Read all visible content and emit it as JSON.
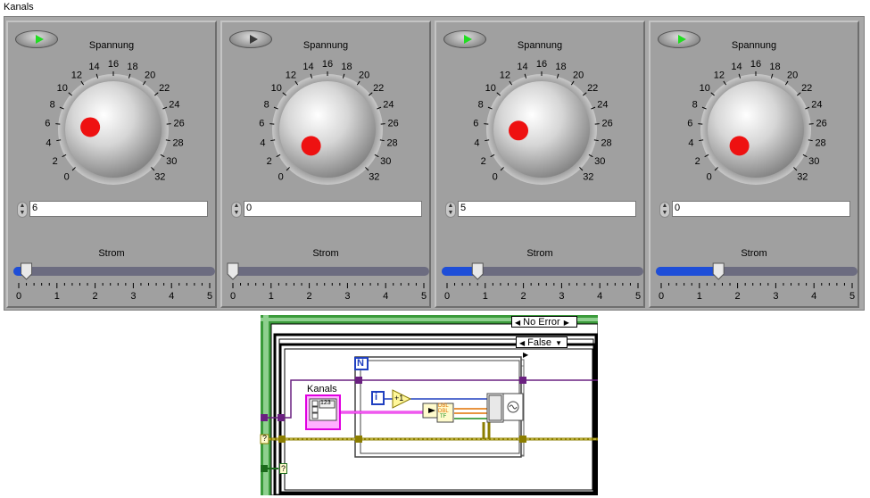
{
  "cluster": {
    "label": "Kanals"
  },
  "channels": [
    {
      "led_on": true,
      "knob_label": "Spannung",
      "knob_value": 6,
      "numeric_value": "6",
      "slider_label": "Strom",
      "slider_value": 0.2
    },
    {
      "led_on": false,
      "knob_label": "Spannung",
      "knob_value": 0,
      "numeric_value": "0",
      "slider_label": "Strom",
      "slider_value": 0.0
    },
    {
      "led_on": true,
      "knob_label": "Spannung",
      "knob_value": 5,
      "numeric_value": "5",
      "slider_label": "Strom",
      "slider_value": 0.8
    },
    {
      "led_on": true,
      "knob_label": "Spannung",
      "knob_value": 0,
      "numeric_value": "0",
      "slider_label": "Strom",
      "slider_value": 1.5
    }
  ],
  "knob_scale": {
    "min": 0,
    "max": 32,
    "labels": [
      "0",
      "2",
      "4",
      "6",
      "8",
      "10",
      "12",
      "14",
      "16",
      "18",
      "20",
      "22",
      "24",
      "26",
      "28",
      "30",
      "32"
    ]
  },
  "slider_scale": {
    "min": 0,
    "max": 5,
    "labels": [
      "0",
      "1",
      "2",
      "3",
      "4",
      "5"
    ]
  },
  "diagram": {
    "outer_case": "No Error",
    "inner_case": "False",
    "loop_count_terminal": "N",
    "iteration_terminal": "i",
    "increment_node": "+1",
    "cluster_constant_label": "Kanals",
    "cluster_constant_type": "123",
    "bundle_types": [
      "DBL",
      "DBL",
      "TF"
    ],
    "question_mark_1": "?",
    "question_mark_2": "?"
  },
  "colors": {
    "led_on": "#22dd22",
    "knob_marker": "#ee1111",
    "slider_fill": "#1e4ed8",
    "wire_cluster": "#e000e0",
    "wire_error": "#8b7d00",
    "wire_refnum": "#6a2080",
    "structure_green": "#3b9b3b"
  }
}
